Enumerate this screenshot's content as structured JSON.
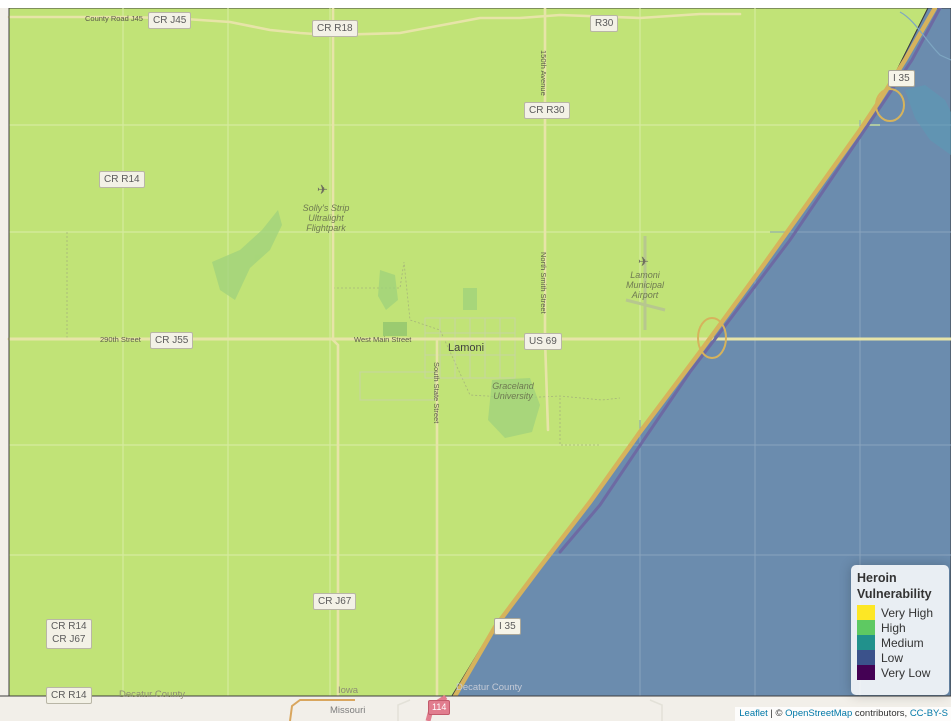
{
  "map": {
    "shields": [
      {
        "id": "cr-j45",
        "text": "CR J45"
      },
      {
        "id": "cr-r18",
        "text": "CR R18"
      },
      {
        "id": "r30-top",
        "text": "R30"
      },
      {
        "id": "cr-r30",
        "text": "CR R30"
      },
      {
        "id": "i35-north",
        "text": "I 35"
      },
      {
        "id": "cr-r14-north",
        "text": "CR R14"
      },
      {
        "id": "cr-j55",
        "text": "CR J55"
      },
      {
        "id": "us-69",
        "text": "US 69"
      },
      {
        "id": "cr-j67",
        "text": "CR J67"
      },
      {
        "id": "cr-r14-j67",
        "text": "CR R14\nCR J67"
      },
      {
        "id": "i35-south",
        "text": "I 35"
      },
      {
        "id": "cr-r14-south",
        "text": "CR R14"
      },
      {
        "id": "hwy-114",
        "text": "114"
      }
    ],
    "road_names": [
      {
        "id": "county-road-j45",
        "text": "County Road J45"
      },
      {
        "id": "150th-avenue",
        "text": "150th Avenue"
      },
      {
        "id": "north-smith-street",
        "text": "North Smith Street"
      },
      {
        "id": "290th-street",
        "text": "290th Street"
      },
      {
        "id": "west-main-street",
        "text": "West Main Street"
      },
      {
        "id": "south-state-street",
        "text": "South State Street"
      }
    ],
    "places": {
      "town": "Lamoni",
      "county_1": "Decatur County",
      "county_2": "Decatur County",
      "state_iowa": "Iowa",
      "state_missouri": "Missouri"
    },
    "pois": [
      {
        "id": "sollys-strip",
        "text": "Solly's Strip\nUltralight\nFlightpark"
      },
      {
        "id": "lamoni-airport",
        "text": "Lamoni\nMunicipal\nAirport"
      },
      {
        "id": "graceland-university",
        "text": "Graceland\nUniversity"
      }
    ],
    "regions": [
      {
        "name": "west-region",
        "level": "High",
        "color": "#c1e377"
      },
      {
        "name": "east-region",
        "level": "Low",
        "color": "#6b8cae"
      }
    ]
  },
  "legend": {
    "title_line1": "Heroin",
    "title_line2": "Vulnerability",
    "items": [
      {
        "label": "Very High",
        "color": "#fde725"
      },
      {
        "label": "High",
        "color": "#5ec962"
      },
      {
        "label": "Medium",
        "color": "#21918c"
      },
      {
        "label": "Low",
        "color": "#3b528b"
      },
      {
        "label": "Very Low",
        "color": "#440154"
      }
    ]
  },
  "attribution": {
    "leaflet": "Leaflet",
    "sep": " | © ",
    "osm": "OpenStreetMap",
    "contributors": " contributors, ",
    "license": "CC-BY-S"
  }
}
